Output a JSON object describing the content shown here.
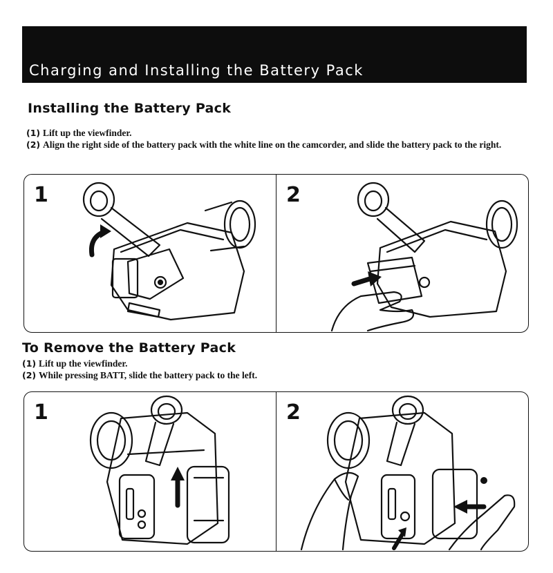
{
  "header": {
    "title": "Charging and Installing the Battery Pack"
  },
  "install": {
    "title": "Installing the Battery Pack",
    "steps": [
      {
        "num": "(1)",
        "text": "Lift up the viewfinder."
      },
      {
        "num": "(2)",
        "text": "Align the right side of the battery pack with the white line on the camcorder, and slide the battery pack to the right."
      }
    ],
    "figures": [
      "1",
      "2"
    ]
  },
  "remove": {
    "title": "To Remove the Battery Pack",
    "steps": [
      {
        "num": "(1)",
        "text": "Lift up the viewfinder."
      },
      {
        "num": "(2)",
        "text": "While pressing BATT, slide the battery pack to the left."
      }
    ],
    "figures": [
      "1",
      "2"
    ]
  },
  "icons": [
    "camcorder-lift-viewfinder-illustration",
    "battery-slide-right-illustration",
    "camcorder-rear-illustration",
    "battery-removal-illustration"
  ]
}
